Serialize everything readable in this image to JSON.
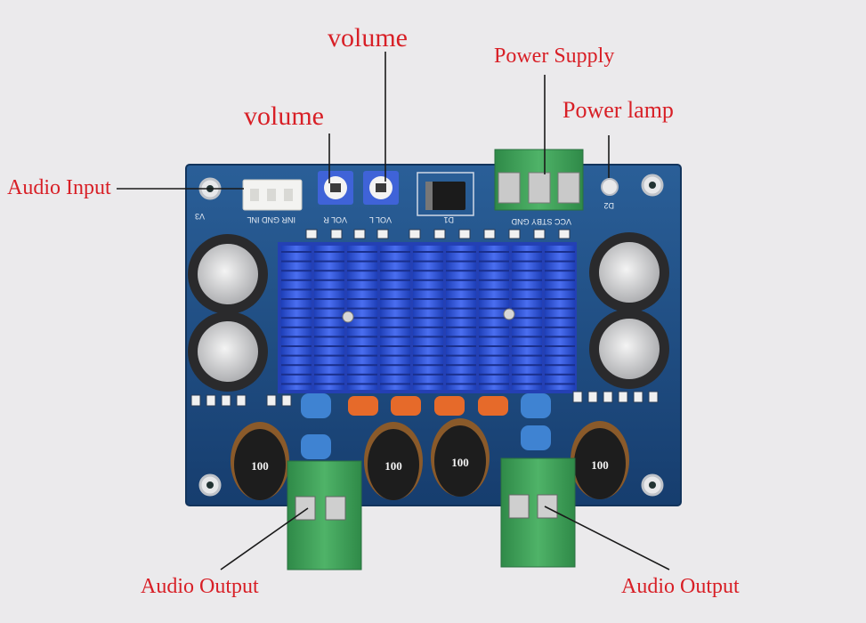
{
  "labels": {
    "volume_top": "volume",
    "volume_mid": "volume",
    "power_supply": "Power Supply",
    "power_lamp": "Power lamp",
    "audio_input": "Audio Input",
    "audio_output_left": "Audio Output",
    "audio_output_right": "Audio Output"
  },
  "silkscreen": {
    "input_pins": "INR GND INL",
    "vol_r": "VOL R",
    "vol_l": "VOL L",
    "power_pins": "VCC STBY GND",
    "board_id": "V3",
    "diode": "D1",
    "lamp": "D2"
  },
  "inductor_value": "100",
  "colors": {
    "label": "#d81f26",
    "pcb": "#1f4f86",
    "heatsink": "#2f52d6",
    "terminal": "#3fa05a",
    "background": "#ebeaec"
  }
}
